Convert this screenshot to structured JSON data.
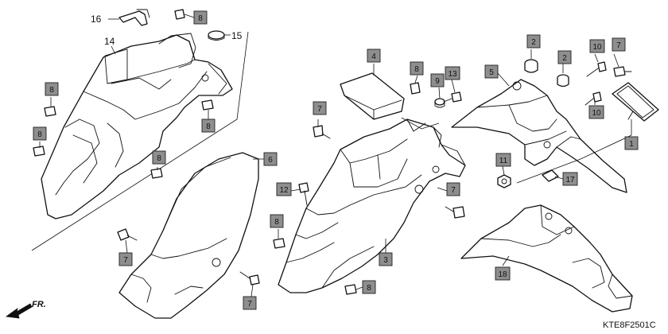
{
  "diagram_code": "KTE8F2501C",
  "direction_label": "FR.",
  "plain_callouts": [
    {
      "id": "c16",
      "text": "16"
    },
    {
      "id": "c14",
      "text": "14"
    },
    {
      "id": "c15",
      "text": "15"
    }
  ],
  "boxed_callouts": [
    {
      "id": "b8a",
      "text": "8"
    },
    {
      "id": "b8b",
      "text": "8"
    },
    {
      "id": "b8c",
      "text": "8"
    },
    {
      "id": "b8d",
      "text": "8"
    },
    {
      "id": "b8e",
      "text": "8"
    },
    {
      "id": "b7a",
      "text": "7"
    },
    {
      "id": "b7b",
      "text": "7"
    },
    {
      "id": "b6",
      "text": "6"
    },
    {
      "id": "b4",
      "text": "4"
    },
    {
      "id": "b8f",
      "text": "8"
    },
    {
      "id": "b9",
      "text": "9"
    },
    {
      "id": "b13",
      "text": "13"
    },
    {
      "id": "b7c",
      "text": "7"
    },
    {
      "id": "b12",
      "text": "12"
    },
    {
      "id": "b8g",
      "text": "8"
    },
    {
      "id": "b8h",
      "text": "8"
    },
    {
      "id": "b3",
      "text": "3"
    },
    {
      "id": "b7d",
      "text": "7"
    },
    {
      "id": "b2a",
      "text": "2"
    },
    {
      "id": "b2b",
      "text": "2"
    },
    {
      "id": "b10a",
      "text": "10"
    },
    {
      "id": "b7e",
      "text": "7"
    },
    {
      "id": "b5",
      "text": "5"
    },
    {
      "id": "b10b",
      "text": "10"
    },
    {
      "id": "b1",
      "text": "1"
    },
    {
      "id": "b11",
      "text": "11"
    },
    {
      "id": "b17",
      "text": "17"
    },
    {
      "id": "b18",
      "text": "18"
    }
  ]
}
